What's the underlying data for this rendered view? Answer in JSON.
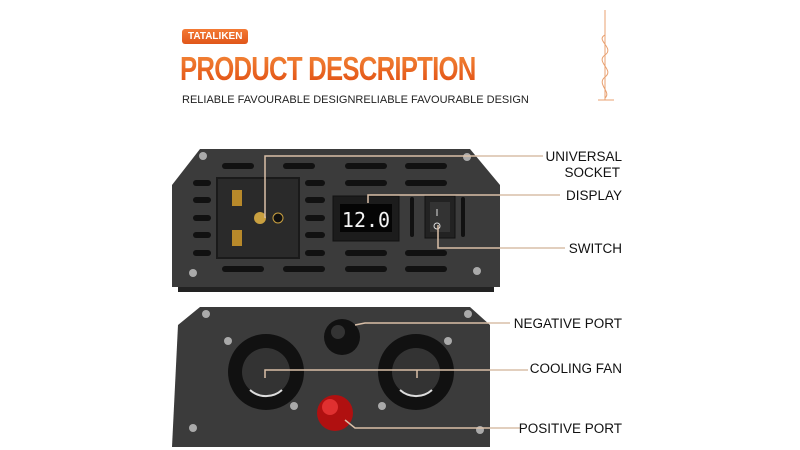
{
  "header": {
    "brand": "TATALIKEN",
    "title": "PRODUCT DESCRIPTION",
    "subtitle": "RELIABLE FAVOURABLE DESIGNRELIABLE FAVOURABLE DESIGN"
  },
  "display_reading": "12.0",
  "labels": {
    "universal_socket_line1": "UNIVERSAL",
    "universal_socket_line2": "SOCKET",
    "display": "DISPLAY",
    "switch": "SWITCH",
    "negative_port": "NEGATIVE PORT",
    "cooling_fan": "COOLING FAN",
    "positive_port": "POSITIVE PORT"
  },
  "colors": {
    "accent": "#ea5f1e",
    "leader_line": "#d9bfa8",
    "panel": "#3a3a3a"
  }
}
